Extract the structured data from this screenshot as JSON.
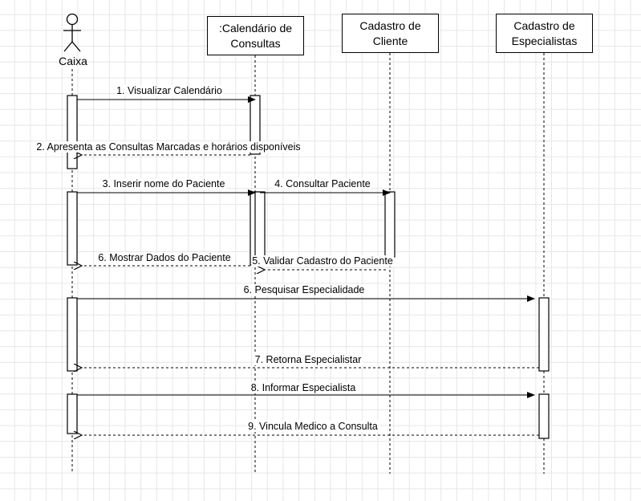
{
  "actor": {
    "label": "Caixa"
  },
  "participants": [
    {
      "label": ":Calendário de\nConsultas"
    },
    {
      "label": "Cadastro de\nCliente"
    },
    {
      "label": "Cadastro de\nEspecialistas"
    }
  ],
  "messages": [
    {
      "label": "1. Visualizar Calendário",
      "type": "sync"
    },
    {
      "label": "2. Apresenta as Consultas Marcadas e horários disponíveis",
      "type": "return"
    },
    {
      "label": "3. Inserir nome do Paciente",
      "type": "sync"
    },
    {
      "label": "4. Consultar Paciente",
      "type": "sync"
    },
    {
      "label": "5. Validar Cadastro do Paciente",
      "type": "return"
    },
    {
      "label": "6. Mostrar Dados do Paciente",
      "type": "return"
    },
    {
      "label": "6. Pesquisar Especialidade",
      "type": "sync"
    },
    {
      "label": "7. Retorna Especialistar",
      "type": "return"
    },
    {
      "label": "8. Informar Especialista",
      "type": "sync"
    },
    {
      "label": "9. Vincula Medico a Consulta",
      "type": "return"
    }
  ]
}
